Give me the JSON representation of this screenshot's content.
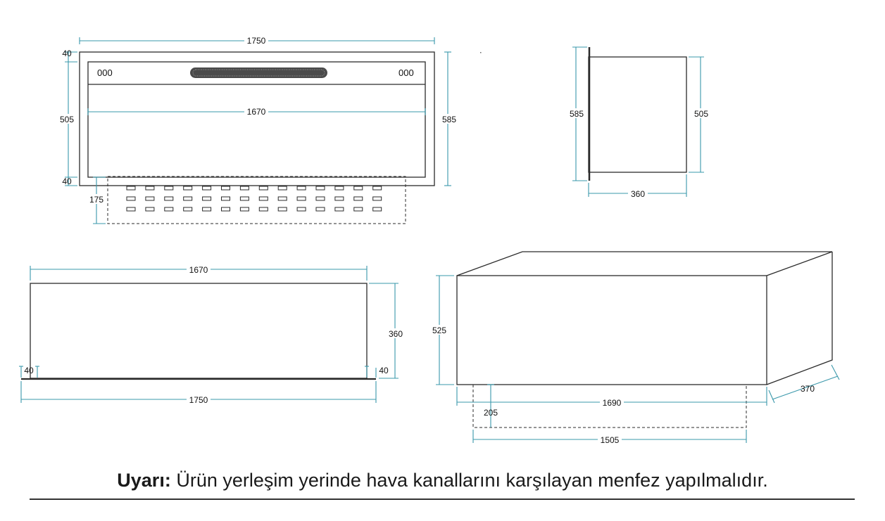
{
  "front_view": {
    "dim_total_width": "1750",
    "dim_inner_width": "1670",
    "dim_top_margin": "40",
    "dim_inner_height": "505",
    "dim_bottom_margin": "40",
    "dim_total_height": "585",
    "dim_vent_height": "175",
    "control_left": "000",
    "control_right": "000"
  },
  "side_view": {
    "dim_total_height": "585",
    "dim_inner_height": "505",
    "dim_depth": "360"
  },
  "top_view": {
    "dim_inner_width": "1670",
    "dim_depth": "360",
    "dim_left_flange": "40",
    "dim_right_flange": "40",
    "dim_total_width": "1750"
  },
  "iso_view": {
    "dim_height": "525",
    "dim_width": "1690",
    "dim_depth": "370",
    "dim_vent_height": "205",
    "dim_vent_width": "1505"
  },
  "warning": {
    "label": "Uyarı:",
    "text": "Ürün yerleşim yerinde hava kanallarını karşılayan menfez yapılmalıdır."
  }
}
